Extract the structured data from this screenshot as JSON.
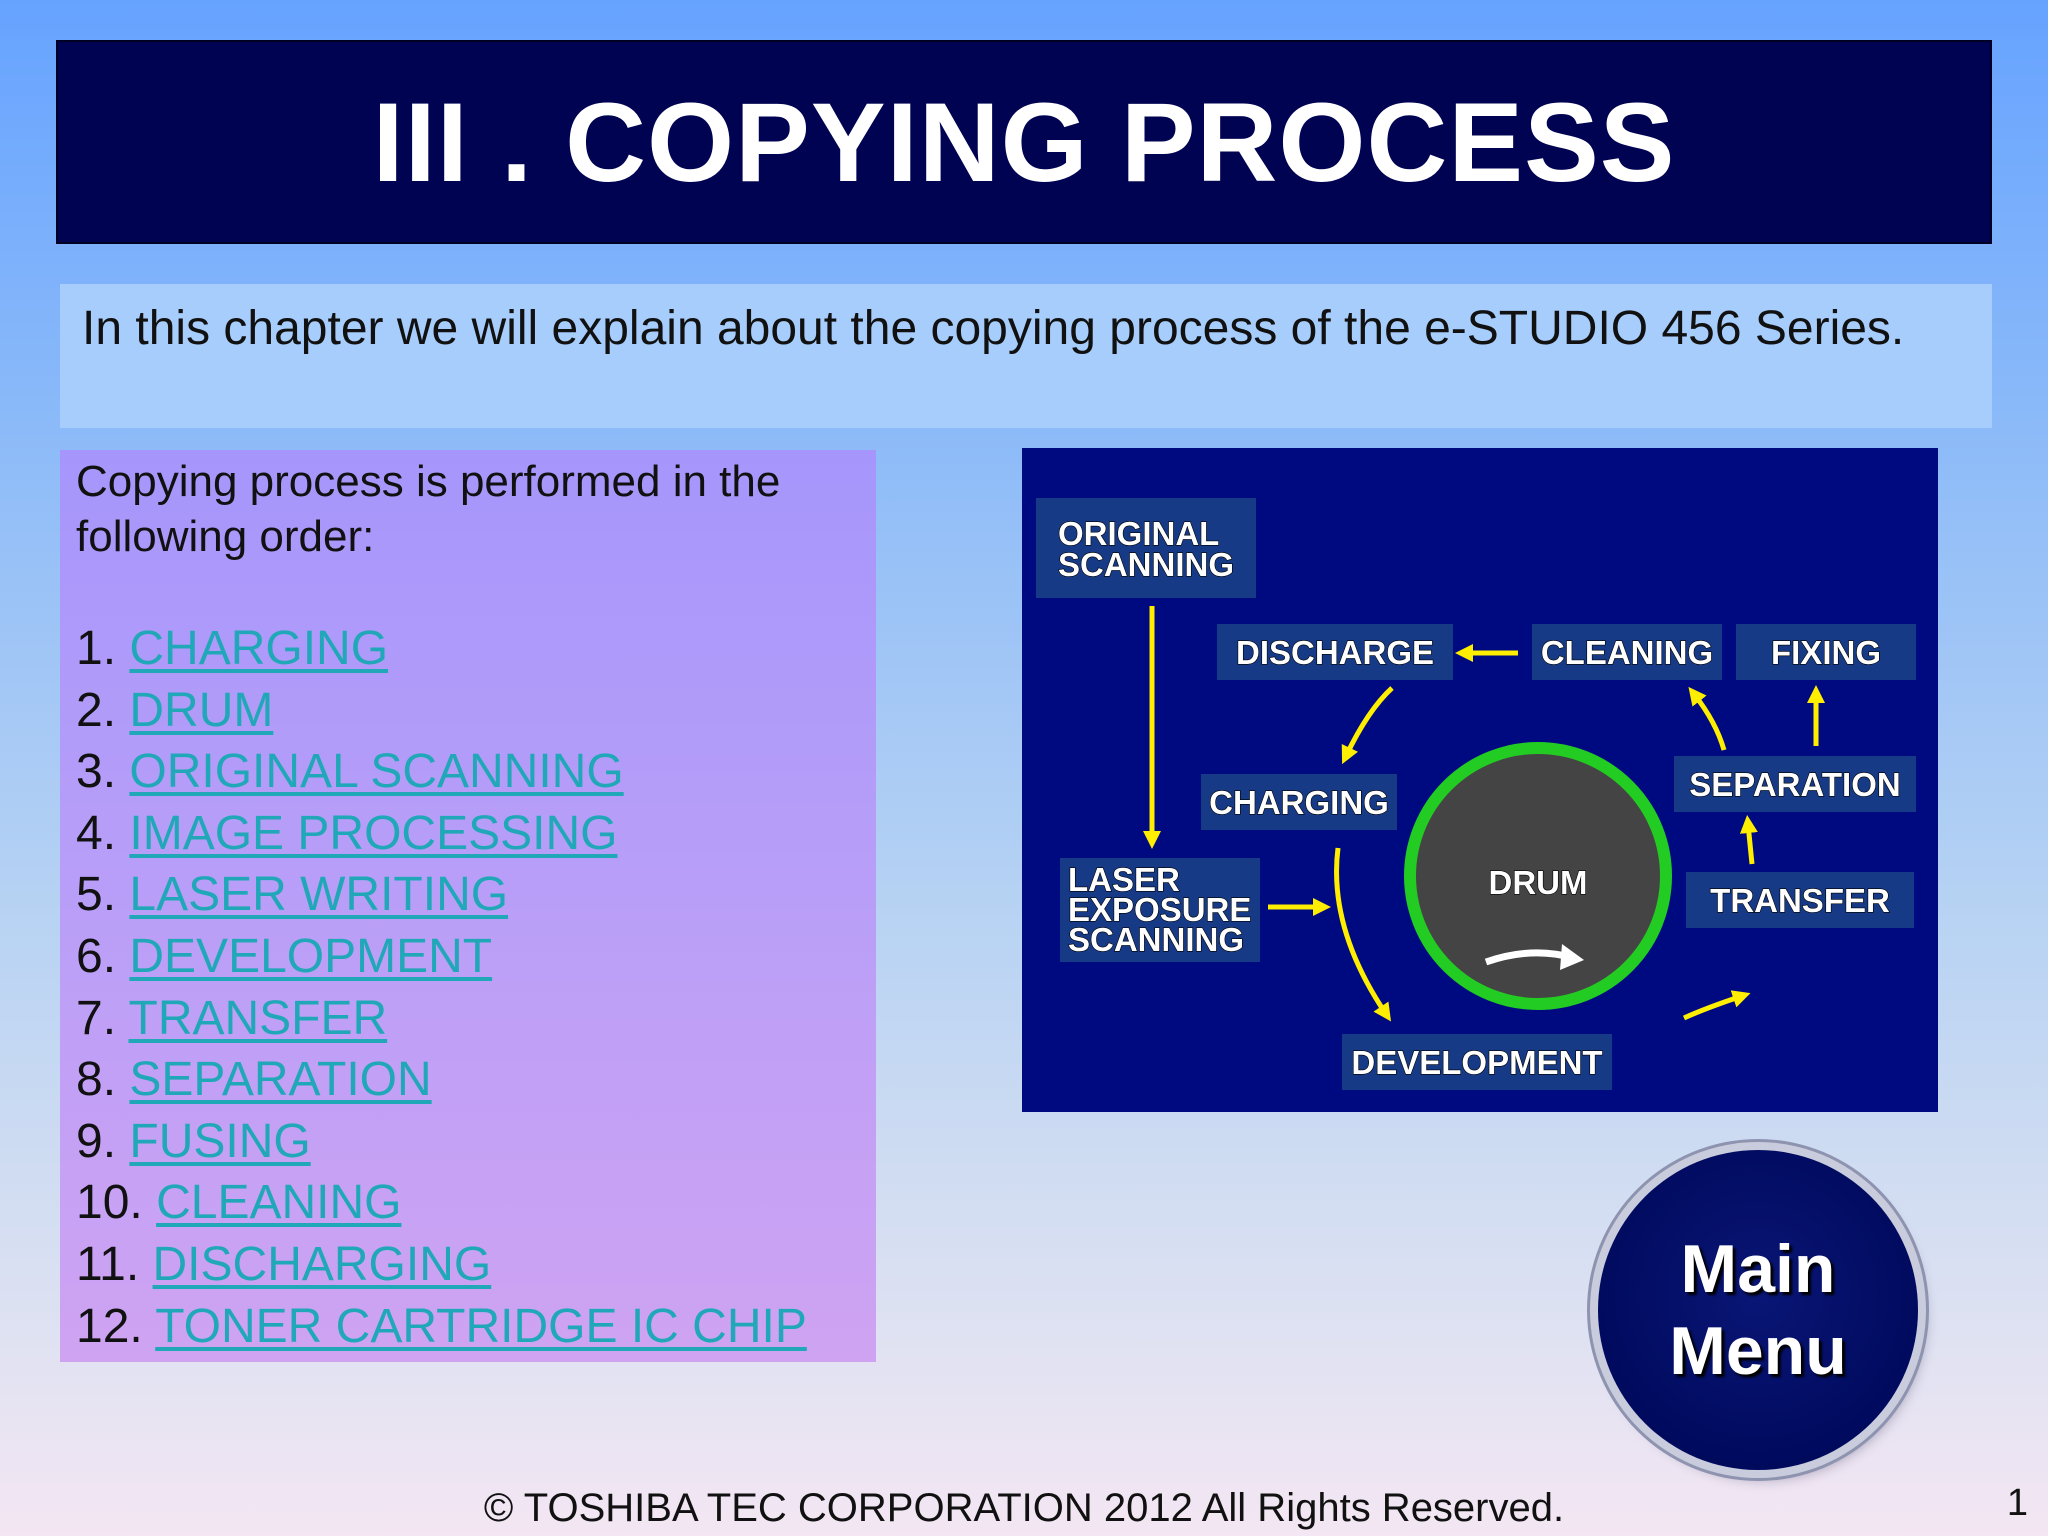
{
  "title": "III . COPYING PROCESS",
  "intro": "In this chapter we will explain about the copying process of the e-STUDIO 456 Series.",
  "order_intro": "Copying process is performed in the following order:",
  "steps": [
    {
      "num": "1.",
      "label": "CHARGING"
    },
    {
      "num": "2.",
      "label": "DRUM"
    },
    {
      "num": "3.",
      "label": "ORIGINAL SCANNING"
    },
    {
      "num": "4.",
      "label": "IMAGE PROCESSING"
    },
    {
      "num": "5.",
      "label": "LASER WRITING"
    },
    {
      "num": "6.",
      "label": "DEVELOPMENT"
    },
    {
      "num": "7.",
      "label": "TRANSFER"
    },
    {
      "num": "8.",
      "label": "SEPARATION"
    },
    {
      "num": "9.",
      "label": "FUSING"
    },
    {
      "num": "10.",
      "label": "CLEANING"
    },
    {
      "num": "11.",
      "label": "DISCHARGING"
    },
    {
      "num": "12.",
      "label": "TONER CARTRIDGE IC CHIP"
    }
  ],
  "diagram": {
    "original_scanning": [
      "ORIGINAL",
      "SCANNING"
    ],
    "discharge": "DISCHARGE",
    "cleaning": "CLEANING",
    "fixing": "FIXING",
    "charging": "CHARGING",
    "separation": "SEPARATION",
    "drum": "DRUM",
    "laser_exposure_scanning": [
      "LASER",
      "EXPOSURE",
      "SCANNING"
    ],
    "transfer": "TRANSFER",
    "development": "DEVELOPMENT",
    "colors": {
      "background": "#000a80",
      "label_box": "#173a86",
      "arrow": "#ffee00",
      "drum_ring": "#22cc22",
      "drum_fill": "#444444"
    }
  },
  "main_menu": [
    "Main",
    "Menu"
  ],
  "footer": "© TOSHIBA TEC CORPORATION 2012 All Rights Reserved.",
  "page_number": "1"
}
